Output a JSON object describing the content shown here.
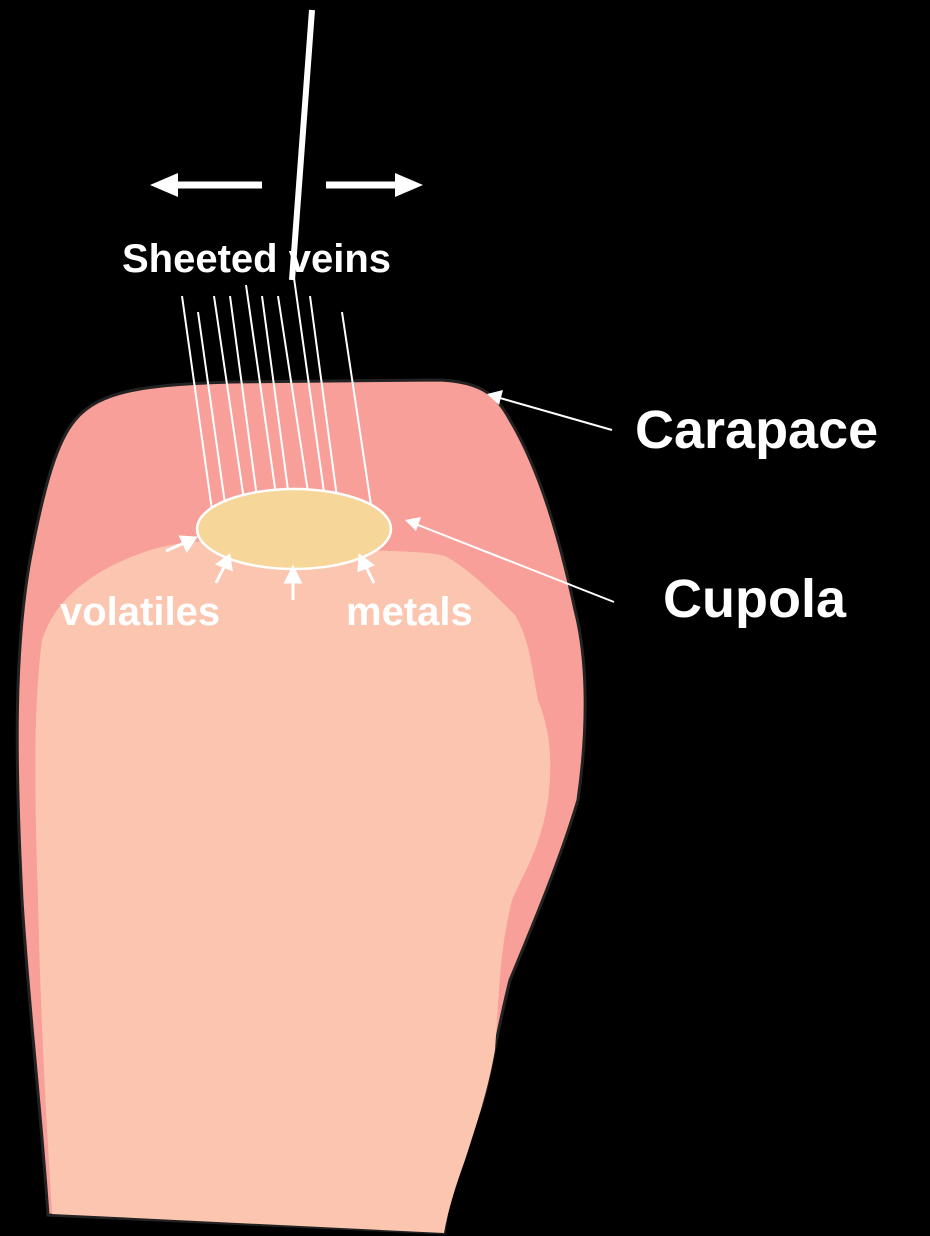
{
  "labels": {
    "sheeted_veins": "Sheeted veins",
    "carapace": "Carapace",
    "cupola": "Cupola",
    "volatiles": "volatiles",
    "metals": "metals"
  },
  "colors": {
    "background": "#000000",
    "carapace_fill": "#f79f98",
    "intrusion_fill": "#fbc5b0",
    "cupola_fill": "#f7d699",
    "outline": "#222222",
    "label": "#ffffff"
  }
}
